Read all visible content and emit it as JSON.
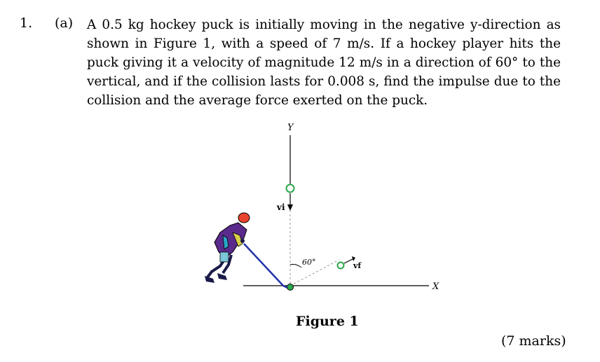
{
  "question": {
    "number": "1.",
    "part": "(a)",
    "text": "A 0.5 kg hockey puck is initially moving in the negative y-direction as shown in Figure 1, with a speed of 7 m/s. If a hockey player hits the puck giving it a velocity of magnitude 12 m/s in a direction of 60° to the vertical, and if the collision lasts for 0.008 s, find the impulse due to the collision and the average force exerted on the puck.",
    "marks": "(7 marks)"
  },
  "figure": {
    "caption": "Figure 1",
    "y_axis_label": "Y",
    "x_axis_label": "X",
    "angle_label": "60°",
    "vi_label": "vi",
    "vf_label": "vf",
    "puck_color": "#2aa84a"
  }
}
